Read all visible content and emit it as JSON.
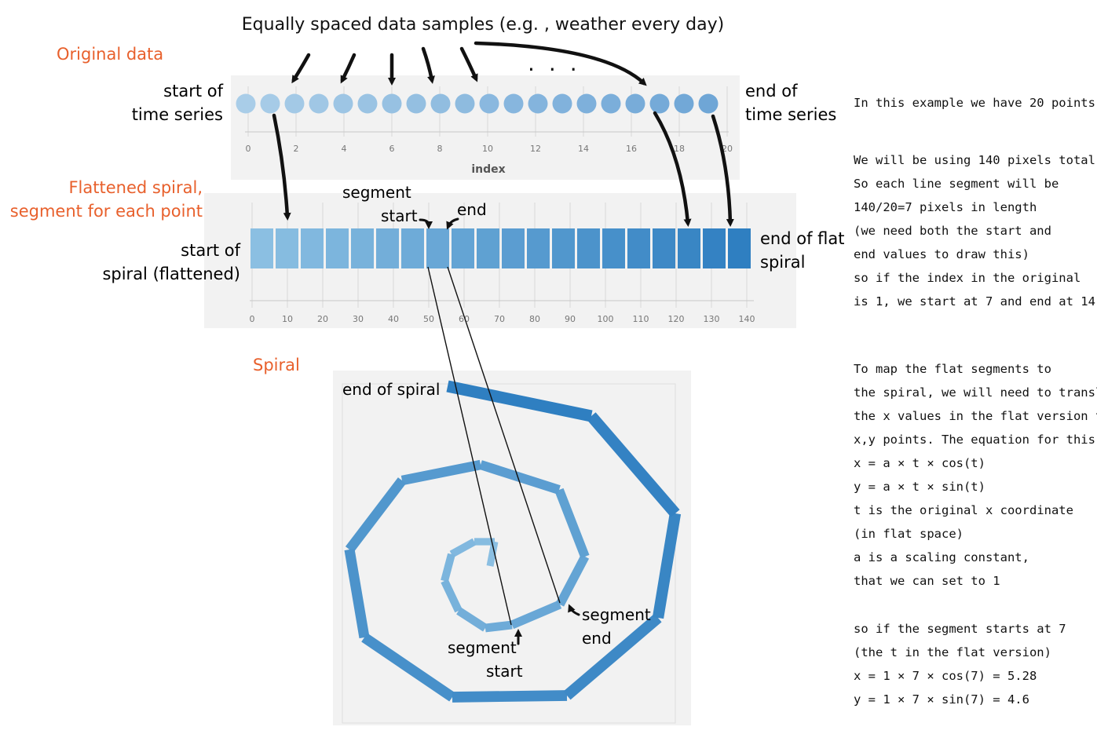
{
  "title": "Equally spaced data samples (e.g. , weather every day)",
  "sections": {
    "original": "Original data",
    "flattened": [
      "Flattened spiral,",
      "segment for each point"
    ],
    "spiral": "Spiral"
  },
  "original_panel": {
    "start_label": [
      "start of",
      "time series"
    ],
    "end_label": [
      "end of",
      "time series"
    ],
    "axis_title": "index",
    "ticks": [
      "0",
      "2",
      "4",
      "6",
      "8",
      "10",
      "12",
      "14",
      "16",
      "18",
      "20"
    ],
    "dots": "...",
    "point_count": 20
  },
  "flat_panel": {
    "segment_start_label": [
      "segment",
      "start"
    ],
    "segment_end_label": "end",
    "start_label": [
      "start of",
      "spiral (flattened)"
    ],
    "end_label": [
      "end of flat",
      "spiral"
    ],
    "ticks": [
      "0",
      "10",
      "20",
      "30",
      "40",
      "50",
      "60",
      "70",
      "80",
      "90",
      "100",
      "110",
      "120",
      "130",
      "140"
    ],
    "segment_count": 20
  },
  "spiral_panel": {
    "end_label": "end of spiral",
    "segment_start_label": [
      "segment",
      "start"
    ],
    "segment_end_label": [
      "segment",
      "end"
    ]
  },
  "notes": {
    "note1": [
      "In this example we have 20 points"
    ],
    "note2": [
      "We will be using 140 pixels total.",
      "So each line segment will be",
      "140/20=7 pixels in length",
      "(we need both the start and",
      "end values to draw this)",
      "so if the index in the original",
      "is 1, we start at 7 and end at 14"
    ],
    "note3": [
      "To map the flat segments to",
      "the spiral, we will need to translate,",
      "the x values in the flat version to",
      "x,y points. The equation for this is:",
      "x = a × t × cos(t)",
      "y = a × t × sin(t)",
      "t is the original x coordinate",
      "(in flat space)",
      "a is a scaling constant,",
      "that we can set to 1"
    ],
    "note4": [
      "so if the segment starts at 7",
      "(the t in the flat version)",
      "x = 1 × 7 × cos(7) = 5.28",
      "y = 1 × 7 × sin(7) = 4.6"
    ]
  },
  "colors": {
    "accent": "#e8602c",
    "panel": "#f2f2f2",
    "dot_light": "#a9cde8",
    "dot_dark": "#6fa6d6",
    "seg_light": "#8bbfe2",
    "seg_dark": "#2f7fc1",
    "ink": "#111111"
  }
}
